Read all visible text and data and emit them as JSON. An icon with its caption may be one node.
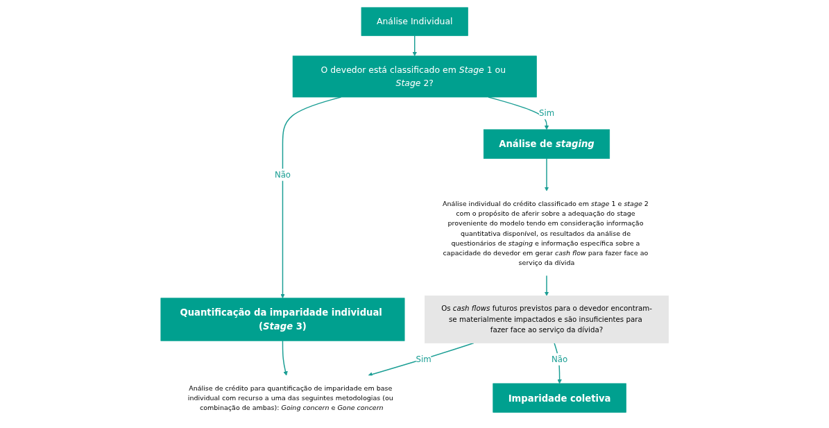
{
  "diagram": {
    "nodes": [
      {
        "text": [
          "Análise Individual"
        ]
      },
      {
        "text": [
          "O devedor está classificado em *Stage* 1 ou *Stage* 2?"
        ]
      },
      {
        "text": [
          "Análise de *staging*"
        ]
      },
      {
        "text": [
          "Quantificação da imparidade individual (*Stage* 3)"
        ]
      },
      {
        "text": [
          "Análise individual do crédito classificado em *stage* 1 e *stage* 2 com o propósito de aferir sobre a adequação do stage proveniente do modelo tendo em consideração informação quantitativa disponível, os resultados da análise de questionários de *staging* e informação específica sobre a capacidade do devedor em gerar *cash flow* para fazer face ao serviço da dívida"
        ]
      },
      {
        "text": [
          "Análise de crédito para quantificação de imparidade em base individual com recurso a uma das seguintes metodologias (ou combinação de ambas): *Going concern* e *Gone concern*"
        ]
      },
      {
        "text": [
          "Os *cash flows* futuros previstos para o devedor encontram-se materialmente impactados e são insuficientes para fazer face ao serviço da dívida?"
        ]
      },
      {
        "text": [
          "Imparidade coletiva"
        ]
      }
    ],
    "edges": [
      {
        "from": 0,
        "to": 1,
        "arrow": "to"
      },
      {
        "from": 1,
        "to": 2,
        "arrow": "to",
        "label": "Sim"
      },
      {
        "from": 1,
        "to": 3,
        "arrow": "to",
        "label": "Não"
      },
      {
        "from": 2,
        "to": 4,
        "arrow": "to"
      },
      {
        "from": 3,
        "to": 5,
        "arrow": "to"
      },
      {
        "from": 4,
        "to": 6,
        "arrow": "to"
      },
      {
        "from": 6,
        "to": 5,
        "arrow": "to",
        "label": "Sim"
      },
      {
        "from": 6,
        "to": 7,
        "arrow": "to",
        "label": "Não"
      }
    ]
  }
}
